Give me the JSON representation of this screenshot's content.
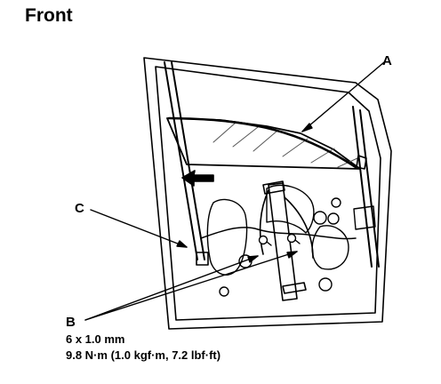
{
  "title": "Front",
  "callouts": {
    "a": "A",
    "b": "B",
    "c": "C"
  },
  "spec": {
    "bolt": "6 x 1.0 mm",
    "torque": "9.8 N·m (1.0 kgf·m, 7.2 lbf·ft)"
  }
}
